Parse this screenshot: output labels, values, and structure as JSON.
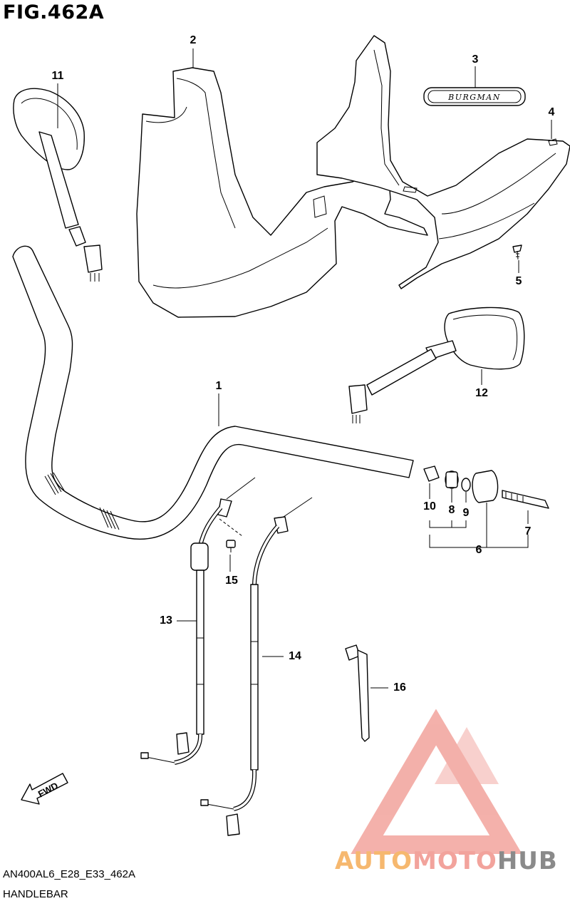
{
  "figure": {
    "title": "FIG.462A",
    "model_code": "AN400AL6_E28_E33_462A",
    "section_name": "HANDLEBAR",
    "emblem_text": "BURGMAN",
    "fwd_label": "FWD"
  },
  "callouts": [
    {
      "id": "1"
    },
    {
      "id": "2"
    },
    {
      "id": "3"
    },
    {
      "id": "4"
    },
    {
      "id": "5"
    },
    {
      "id": "6"
    },
    {
      "id": "7"
    },
    {
      "id": "8"
    },
    {
      "id": "9"
    },
    {
      "id": "10"
    },
    {
      "id": "11"
    },
    {
      "id": "12"
    },
    {
      "id": "13"
    },
    {
      "id": "14"
    },
    {
      "id": "15"
    },
    {
      "id": "16"
    }
  ],
  "watermark": {
    "brand_part_1": "AUTO",
    "brand_part_2": "MOTO",
    "brand_part_3": "HUB",
    "colors": {
      "orange": "#f6b86f",
      "pink": "#f2a39c",
      "gray": "#8a8a8a"
    }
  }
}
